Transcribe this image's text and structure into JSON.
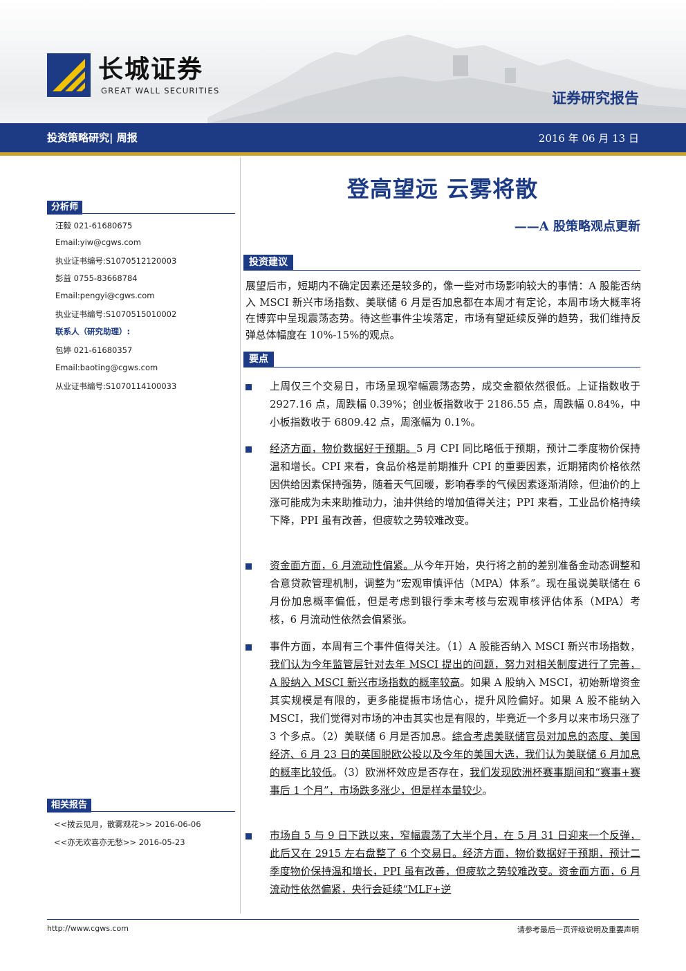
{
  "header": {
    "logo_cn": "长城证券",
    "logo_en": "GREAT WALL SECURITIES",
    "report_type": "证券研究报告",
    "category": "投资策略研究| 周报",
    "date": "2016 年 06 月 13 日"
  },
  "colors": {
    "brand_blue": "#1d3b84",
    "gold": "#c9a227"
  },
  "sidebar": {
    "analyst_heading": "分析师",
    "lines": [
      "汪毅 021-61680675",
      "Email:yiw@cgws.com",
      "执业证书编号:S1070512120003",
      "彭益 0755-83668784",
      "Email:pengyi@cgws.com",
      "执业证书编号:S1070515010002",
      "联系人（研究助理）:",
      "包婷 021-61680357",
      "Email:baoting@cgws.com",
      "从业证书编号:S1070114100033"
    ],
    "related_heading": "相关报告",
    "related": [
      "<<拨云见月，散雾观花>> 2016-06-06",
      "<<亦无欢喜亦无愁>> 2016-05-23"
    ]
  },
  "main": {
    "title": "登高望远 云雾将散",
    "subtitle": "——A 股策略观点更新",
    "advice_heading": "投资建议",
    "advice_text": "展望后市，短期内不确定因素还是较多的，像一些对市场影响较大的事情：A 股能否纳入 MSCI 新兴市场指数、美联储 6 月是否加息都在本周才有定论，本周市场大概率将在博弈中呈现震荡态势。待这些事件尘埃落定，市场有望延续反弹的趋势，我们维持反弹总体幅度在 10%-15%的观点。",
    "points_heading": "要点",
    "b1": "上周仅三个交易日，市场呈现窄幅震荡态势，成交金额依然很低。上证指数收于 2927.16 点，周跌幅 0.39%；创业板指数收于 2186.55 点，周跌幅 0.84%，中小板指数收于 6809.42 点，周涨幅为 0.1%。",
    "b2_u": "经济方面，物价数据好于预期。",
    "b2_rest": "5 月 CPI 同比略低于预期，预计二季度物价保持温和增长。CPI 来看，食品价格是前期推升 CPI 的重要因素，近期猪肉价格依然因供给因素保持强势，随着天气回暖，影响春季的气候因素逐渐消除，但油价的上涨可能成为未来助推动力，油井供给的增加值得关注；PPI 来看，工业品价格持续下降，PPI 虽有改善，但疲软之势较难改变。",
    "b3_u": "资金面方面，6 月流动性偏紧。",
    "b3_rest": "从今年开始，央行将之前的差别准备金动态调整和合意贷款管理机制，调整为“宏观审慎评估（MPA）体系”。现在虽说美联储在 6 月份加息概率偏低，但是考虑到银行季末考核与宏观审核评估体系（MPA）考核，6 月流动性依然会偏紧张。",
    "b4_a": "事件方面，本周有三个事件值得关注。（1）A 股能否纳入 MSCI 新兴市场指数，",
    "b4_u1": "我们认为今年监管层针对去年 MSCI 提出的问题，努力对相关制度进行了完善，A 股纳入 MSCI 新兴市场指数的概率较高",
    "b4_b": "。如果 A 股纳入 MSCI，初始新增资金其实规模是有限的，更多能提振市场信心，提升风险偏好。如果 A 股不能纳入 MSCI，我们觉得对市场的冲击其实也是有限的，毕竟近一个多月以来市场只涨了 3 个多点。（2）美联储 6 月是否加息。",
    "b4_u2": "综合考虑美联储官员对加息的态度、美国经济、6 月 23 日的英国脱欧公投以及今年的美国大选，我们认为美联储 6 月加息的概率比较低",
    "b4_c": "。（3）欧洲杯效应是否存在，",
    "b4_u3": "我们发现欧洲杯赛事期间和“赛事+赛事后 1 个月”，市场跌多涨少，但是样本量较少",
    "b4_d": "。",
    "b5_u": "市场自 5 与 9 日下跌以来，窄幅震荡了大半个月，在 5 月 31 日迎来一个反弹，此后又在 2915 左右盘整了 6 个交易日。经济方面，物价数据好于预期，预计二季度物价保持温和增长，PPI 虽有改善，但疲软之势较难改变。资金面方面，6 月流动性依然偏紧，央行会延续“MLF+逆"
  },
  "footer": {
    "url": "http://www.cgws.com",
    "notice": "请参考最后一页评级说明及重要声明"
  }
}
